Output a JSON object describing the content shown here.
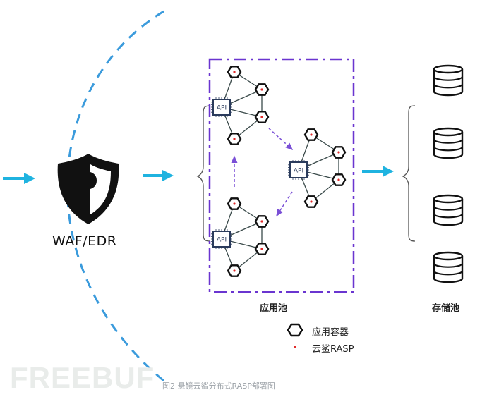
{
  "diagram": {
    "waf_label": "WAF/EDR",
    "app_pool_label": "应用池",
    "storage_pool_label": "存储池",
    "api_chip_label": "API",
    "legend": [
      {
        "icon": "hexagon-icon",
        "label": "应用容器"
      },
      {
        "icon": "red-dot-icon",
        "label": "云鲨RASP"
      }
    ],
    "caption": "图2 悬镜云鲨分布式RASP部署图",
    "watermark": "FREEBUF",
    "api_clusters": 3,
    "containers_per_cluster": 4,
    "storage_units": 4,
    "colors": {
      "flow_arrow": "#1fb3e0",
      "boundary_arc": "#3b9bdc",
      "pool_border": "#6a35d0",
      "migration_arrow": "#7a4fd6",
      "rasp_dot": "#e02b2b",
      "icon_stroke": "#111111",
      "chip_stroke": "#2a3b5c"
    }
  }
}
